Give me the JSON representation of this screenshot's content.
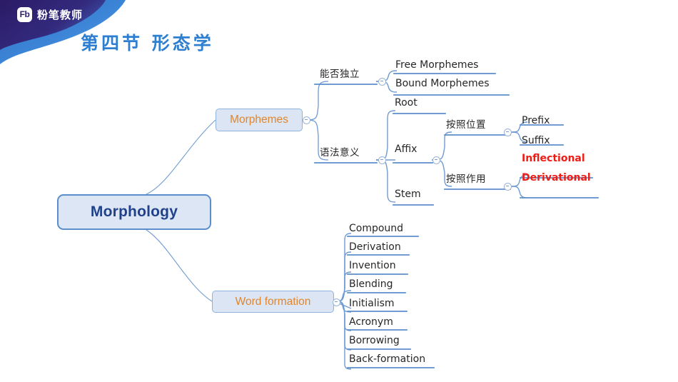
{
  "header": {
    "logo_mark": "Fb",
    "brand": "粉笔教师",
    "title": "第四节 形态学",
    "banner_dark": "#2e1f6e",
    "banner_blue": "#3577c8",
    "title_color": "#2f7fd0"
  },
  "mindmap": {
    "root": {
      "label": "Morphology"
    },
    "branches": [
      {
        "label": "Morphemes",
        "children": [
          {
            "label": "能否独立",
            "children": [
              {
                "label": "Free Morphemes"
              },
              {
                "label": "Bound Morphemes"
              }
            ]
          },
          {
            "label": "语法意义",
            "children": [
              {
                "label": "Root"
              },
              {
                "label": "Affix",
                "children": [
                  {
                    "label": "按照位置",
                    "children": [
                      {
                        "label": "Prefix"
                      },
                      {
                        "label": "Suffix"
                      }
                    ]
                  },
                  {
                    "label": "按照作用",
                    "children": [
                      {
                        "label": "Inflectional",
                        "highlight": "#ee1c15"
                      },
                      {
                        "label": "Derivational",
                        "highlight": "#ee1c15"
                      }
                    ]
                  }
                ]
              },
              {
                "label": "Stem"
              }
            ]
          }
        ]
      },
      {
        "label": "Word formation",
        "children": [
          {
            "label": "Compound"
          },
          {
            "label": "Derivation"
          },
          {
            "label": "Invention"
          },
          {
            "label": "Blending"
          },
          {
            "label": "Initialism"
          },
          {
            "label": "Acronym"
          },
          {
            "label": "Borrowing"
          },
          {
            "label": "Back-formation"
          }
        ]
      }
    ]
  },
  "style": {
    "node_fill": "#dbe5f3",
    "node_border": "#8fb2dc",
    "branch_text": "#e0862f",
    "root_text": "#21428b",
    "line": "#6f9ad2",
    "leaf_text": "#262626"
  }
}
